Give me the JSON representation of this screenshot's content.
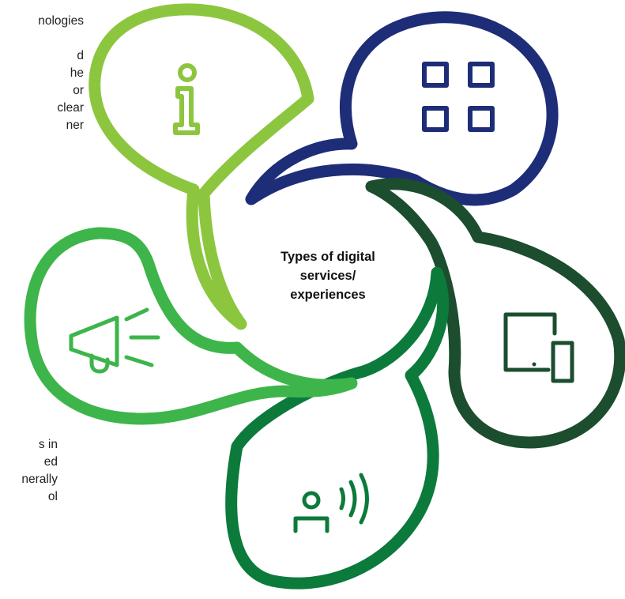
{
  "center_label": {
    "lines": [
      "Types of digital",
      "services/",
      "experiences"
    ]
  },
  "side_text_top_left": {
    "lines": [
      "nologies",
      "",
      "d",
      "he",
      "or",
      " clear",
      "ner"
    ]
  },
  "side_text_bottom_left": {
    "lines": [
      "s in",
      "ed",
      "nerally",
      "ol"
    ]
  },
  "petals": [
    {
      "name": "information",
      "icon": "info-icon",
      "color": "#8cc63f"
    },
    {
      "name": "apps",
      "icon": "grid-apps-icon",
      "color": "#1e2d78"
    },
    {
      "name": "devices",
      "icon": "tablet-phone-icon",
      "color": "#1b4d2e"
    },
    {
      "name": "voice",
      "icon": "voice-assistant-icon",
      "color": "#0b7a3b"
    },
    {
      "name": "announcements",
      "icon": "megaphone-icon",
      "color": "#3db54a"
    }
  ]
}
